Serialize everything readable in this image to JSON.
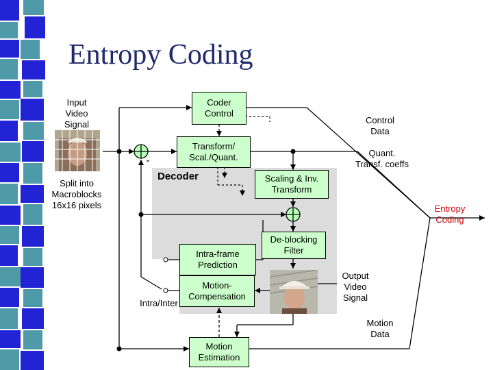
{
  "title": "Entropy Coding",
  "labels": {
    "input_video_signal": "Input\nVideo\nSignal",
    "split_into_macroblocks": "Split into\nMacroblocks\n16x16 pixels",
    "control_data": "Control\nData",
    "quant_transf_coeffs": "Quant.\nTransf. coeffs",
    "entropy_coding": "Entropy\nCoding",
    "output_video_signal": "Output\nVideo\nSignal",
    "motion_data": "Motion\nData",
    "intra_inter": "Intra/Inter",
    "minus_sign": "-",
    "decoder": "Decoder"
  },
  "boxes": {
    "coder_control": "Coder\nControl",
    "transform_scal_quant": "Transform/\nScal./Quant.",
    "scaling_inv_transform": "Scaling & Inv.\nTransform",
    "deblocking_filter": "De-blocking\nFilter",
    "intra_frame_prediction": "Intra-frame\nPrediction",
    "motion_compensation": "Motion-\nCompensation",
    "motion_estimation": "Motion\nEstimation"
  },
  "colors": {
    "title": "#1f2a6b",
    "box_fill": "#ccffcc",
    "decoder_fill": "#dcdcdc",
    "entropy_label": "#d10000",
    "stripe_blue": "#2323d6",
    "stripe_teal": "#4f9aa8"
  },
  "icons": {
    "summing_junction": "circle-plus-icon",
    "video_frame": "video-frame-image",
    "output_frame": "person-in-hat-image"
  }
}
